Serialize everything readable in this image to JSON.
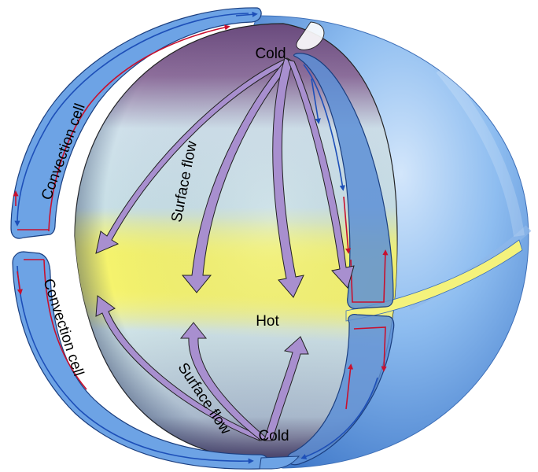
{
  "labels": {
    "cold_top": "Cold",
    "cold_bottom": "Cold",
    "hot": "Hot",
    "surface_flow_upper": "Surface flow",
    "surface_flow_lower": "Surface flow",
    "convection_cell_upper": "Convection cell",
    "convection_cell_lower": "Convection cell"
  },
  "colors": {
    "shell": "#6fa2e2",
    "shell_light": "#a9cdf3",
    "cold_zone": "#7b5a8a",
    "hot_band": "#f2f06a",
    "surface_arrow": "#a88fcf",
    "flow_blue": "#1d4fb8",
    "flow_red": "#c8102e"
  }
}
